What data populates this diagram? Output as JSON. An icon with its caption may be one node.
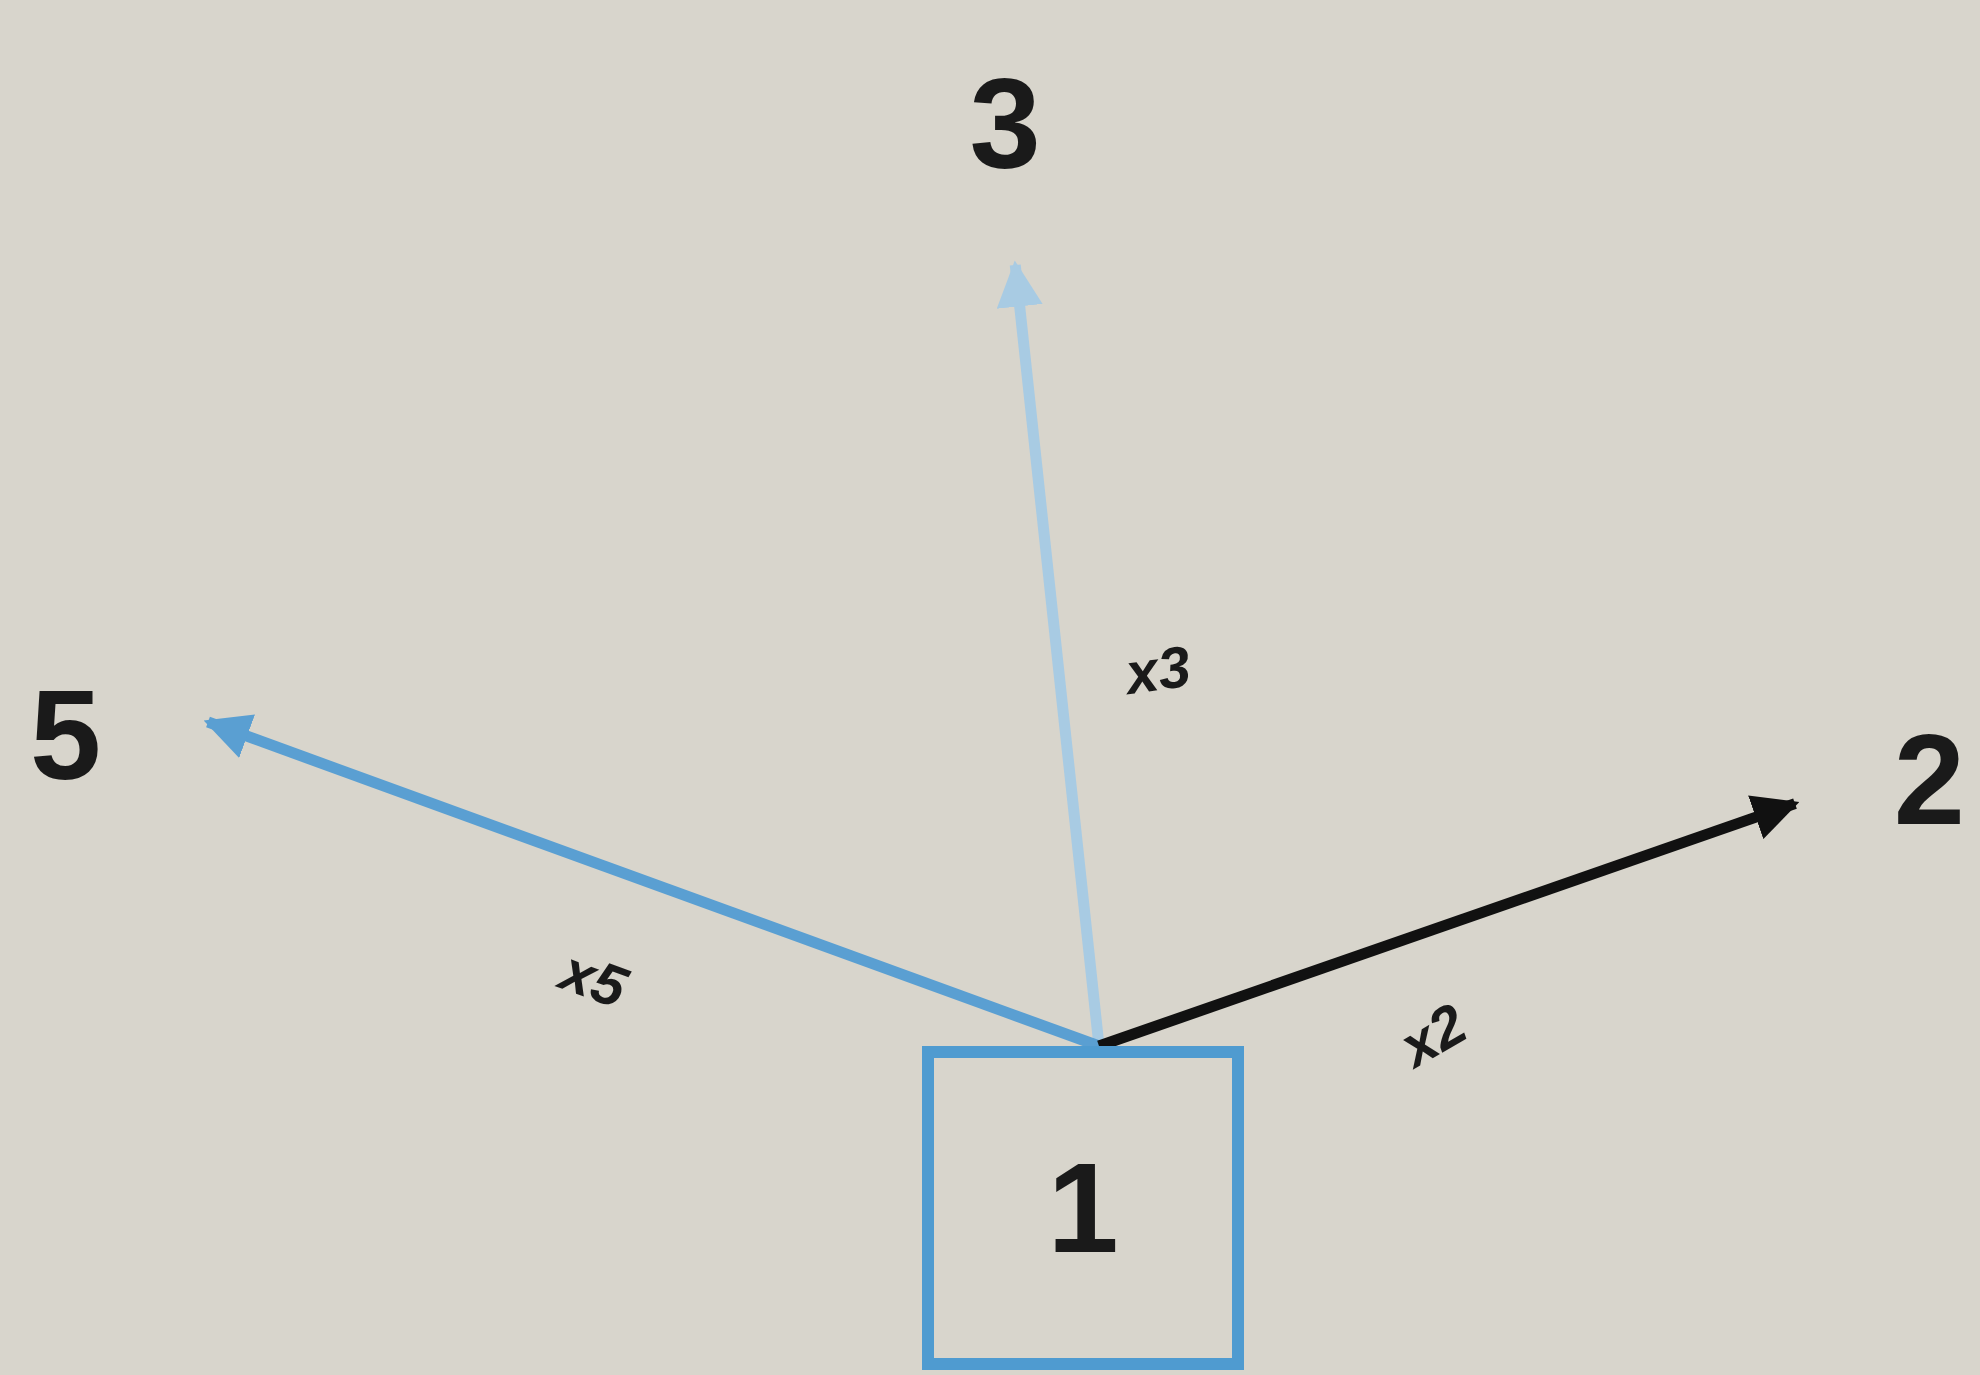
{
  "diagram": {
    "nodes": [
      {
        "text": [
          "1"
        ]
      },
      {
        "text": [
          "3"
        ]
      },
      {
        "text": [
          "5"
        ]
      },
      {
        "text": [
          "2"
        ]
      }
    ],
    "edges": [
      {
        "from": 0,
        "to": 1,
        "arrow": "to",
        "label": "x3",
        "color": "#a8cbe3"
      },
      {
        "from": 0,
        "to": 2,
        "arrow": "to",
        "label": "x5",
        "color": "#5a9fd2"
      },
      {
        "from": 0,
        "to": 3,
        "arrow": "to",
        "label": "x2",
        "color": "#111111"
      }
    ]
  }
}
